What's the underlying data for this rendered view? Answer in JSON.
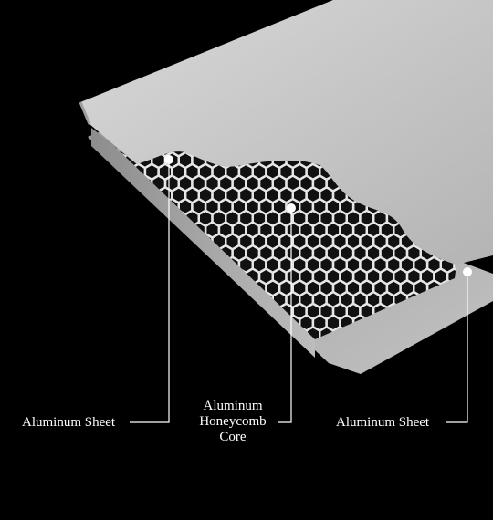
{
  "labels": {
    "left_sheet": "Aluminum Sheet",
    "core_line1": "Aluminum",
    "core_line2": "Honeycomb",
    "core_line3": "Core",
    "right_sheet": "Aluminum Sheet"
  },
  "colors": {
    "background": "#000000",
    "top_sheet": "#cfcfcf",
    "bottom_sheet": "#a9a9a9",
    "honeycomb": "#e6e6e6",
    "callout": "#ffffff"
  }
}
